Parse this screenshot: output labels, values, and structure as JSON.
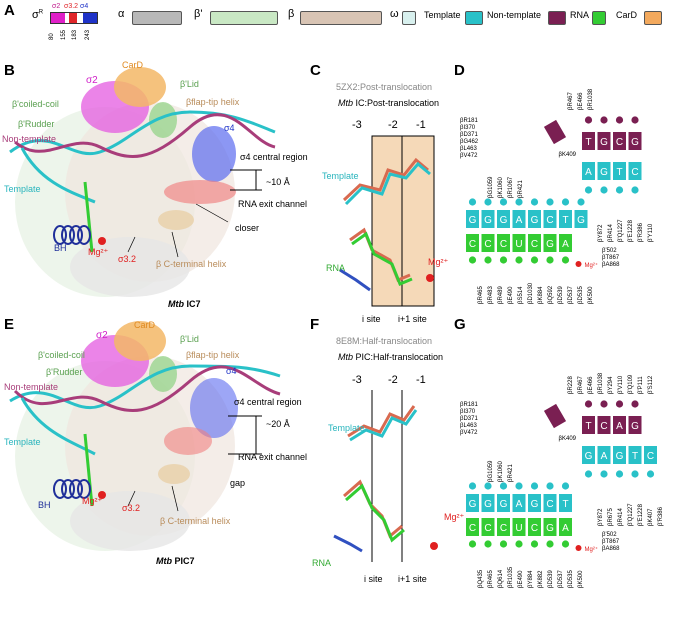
{
  "panels": {
    "A": "A",
    "B": "B",
    "C": "C",
    "D": "D",
    "E": "E",
    "F": "F",
    "G": "G"
  },
  "legend": {
    "sigma": "σ",
    "sigma_sup": "R",
    "sigma_domains": [
      "σ2",
      "σ3.2",
      "σ4"
    ],
    "sigma_ticks": [
      "80",
      "155",
      "183",
      "243"
    ],
    "items": [
      {
        "label": "α",
        "color": "#b8b8b8"
      },
      {
        "label": "β'",
        "color": "#c9e8c4"
      },
      {
        "label": "β",
        "color": "#d8c4b4"
      },
      {
        "label": "ω",
        "color": "#d8f0ee"
      },
      {
        "label": "Template",
        "color": "#29c1c8"
      },
      {
        "label": "Non-template",
        "color": "#7a1f52"
      },
      {
        "label": "RNA",
        "color": "#33cc33"
      },
      {
        "label": "CarD",
        "color": "#f3a95d"
      }
    ]
  },
  "panelB": {
    "labels": {
      "sigma2": "σ2",
      "card": "CarD",
      "blid": "β'Lid",
      "bcc": "β'coiled-coil",
      "bflap": "βflap-tip helix",
      "brudder": "β'Rudder",
      "nontemplate": "Non-template",
      "sigma4": "σ4",
      "central": "σ4 central region",
      "distance": "~10 Å",
      "template": "Template",
      "exit": "RNA exit channel",
      "closer": "closer",
      "bh": "BH",
      "mg": "Mg²⁺",
      "sigma32": "σ3.2",
      "bct": "β C-terminal helix",
      "caption_italic": "Mtb",
      "caption": "IC7"
    }
  },
  "panelE": {
    "labels": {
      "sigma2": "σ2",
      "card": "CarD",
      "blid": "β'Lid",
      "bcc": "β'coiled-coil",
      "bflap": "βflap-tip helix",
      "brudder": "β'Rudder",
      "nontemplate": "Non-template",
      "sigma4": "σ4",
      "central": "σ4 central region",
      "distance": "~20 Å",
      "template": "Template",
      "exit": "RNA exit channel",
      "gap": "gap",
      "bh": "BH",
      "mg": "Mg²⁺",
      "sigma32": "σ3.2",
      "bct": "β C-terminal helix",
      "caption_italic": "Mtb",
      "caption": "PIC7"
    }
  },
  "panelC": {
    "title1": "5ZX2:Post-translocation",
    "title2_italic": "Mtb",
    "title2": "IC:Post-translocation",
    "positions": [
      "-3",
      "-2",
      "-1"
    ],
    "template": "Template",
    "rna": "RNA",
    "mg": "Mg²⁺",
    "isite": "i site",
    "i1site": "i+1 site"
  },
  "panelF": {
    "title1": "8E8M:Half-translocation",
    "title2_italic": "Mtb",
    "title2": "PIC:Half-translocation",
    "positions": [
      "-3",
      "-2",
      "-1"
    ],
    "template": "Template",
    "rna": "RNA",
    "mg": "Mg²⁺",
    "isite": "i site",
    "i1site": "i+1 site"
  },
  "panelD": {
    "nontemplate": [
      "T",
      "G",
      "C",
      "G"
    ],
    "template": [
      "G",
      "G",
      "G",
      "A",
      "G",
      "C",
      "T",
      "G"
    ],
    "template_top": [
      "A",
      "G",
      "T",
      "C"
    ],
    "rna": [
      "C",
      "C",
      "C",
      "U",
      "C",
      "G",
      "A"
    ],
    "rna_bottom_labels": [
      "βR465",
      "βR483",
      "βR489",
      "βE490",
      "βS514",
      "βD1030",
      "βK884",
      "βQ592",
      "βD539",
      "βD537",
      "βD535",
      "βK500"
    ],
    "rna_right_labels": [
      "β'502",
      "βT867",
      "βA868"
    ],
    "left_top_labels": [
      "βG1059",
      "βK1060",
      "βR1067",
      "βR421"
    ],
    "top_labels": [
      "βR181",
      "βI370",
      "βD371",
      "βG462",
      "βL463",
      "βV472"
    ],
    "upper_right": [
      "βR467",
      "βE466",
      "βR1038"
    ],
    "right_labels": [
      "βY872",
      "βR414",
      "β'Q1227",
      "β'E1228",
      "β'R386",
      "β'Y110"
    ],
    "k409": "βK409",
    "mg": "Mg²⁺"
  },
  "panelG": {
    "nontemplate": [
      "T",
      "C",
      "A",
      "G"
    ],
    "template": [
      "G",
      "G",
      "G",
      "A",
      "G",
      "C",
      "T"
    ],
    "template_top": [
      "G",
      "A",
      "G",
      "T",
      "C"
    ],
    "rna": [
      "C",
      "C",
      "C",
      "U",
      "C",
      "G",
      "A"
    ],
    "rna_bottom_labels": [
      "βQ435",
      "βR465",
      "βQ614",
      "βR1035",
      "βE490",
      "βY884",
      "βK882",
      "βD539",
      "βD537",
      "βD535",
      "βK500"
    ],
    "rna_right_labels": [
      "β'502",
      "βT867",
      "βA868"
    ],
    "left_top_labels": [
      "βG1059",
      "βK1060",
      "βR421"
    ],
    "top_labels": [
      "βR181",
      "βI370",
      "βD371",
      "βL463",
      "βV472"
    ],
    "upper_right": [
      "βR228",
      "βR467",
      "βE466",
      "βR1038",
      "βY294",
      "β'V110",
      "β'Q109",
      "β'P111",
      "β'S112"
    ],
    "right_labels": [
      "βY872",
      "βR675",
      "βR414",
      "β'Q1227",
      "β'E1228",
      "βK407",
      "β'R386"
    ],
    "k409": "βK409",
    "mg": "Mg²⁺"
  }
}
